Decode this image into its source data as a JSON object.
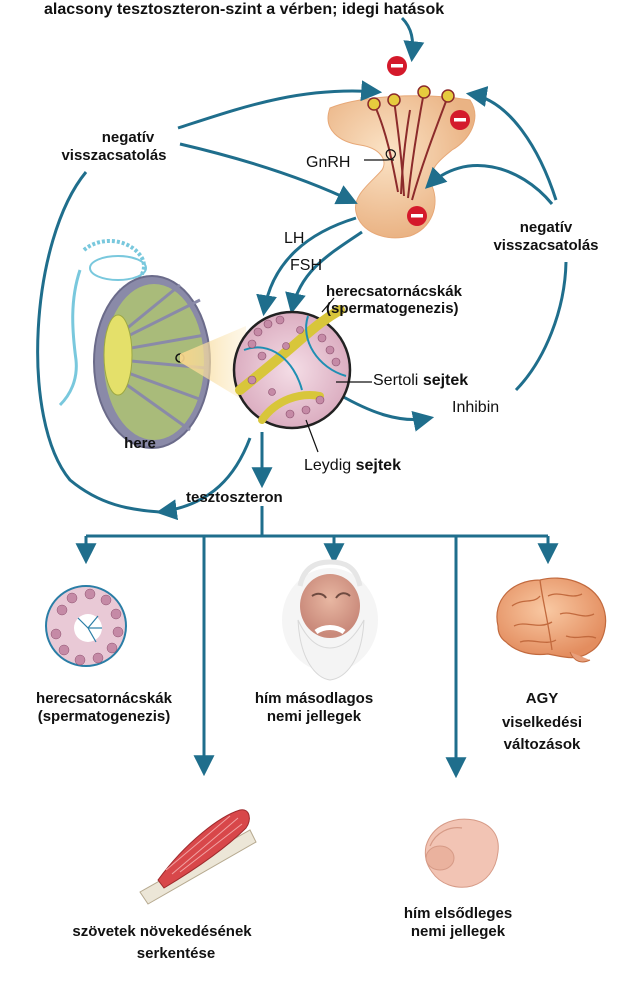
{
  "top_text": "alacsony tesztoszteron-szint a vérben; idegi hatások",
  "hormones": {
    "gnrh": "GnRH",
    "lh": "LH",
    "fsh": "FSH",
    "inhibin": "Inhibin",
    "testosterone": "tesztoszteron"
  },
  "feedback_left": {
    "line1": "negatív",
    "line2": "visszacsatolás"
  },
  "feedback_right": {
    "line1": "negatív",
    "line2": "visszacsatolás"
  },
  "testis": {
    "label": "here",
    "tubules_line1": "herecsatornácskák",
    "tubules_line2": "(spermatogenezis)",
    "sertoli_a": "Sertoli",
    "sertoli_b": "sejtek",
    "leydig_a": "Leydig",
    "leydig_b": "sejtek"
  },
  "targets": {
    "tubules": {
      "line1": "herecsatornácskák",
      "line2": "(spermatogenezis)"
    },
    "secondary": {
      "line1": "hím másodlagos",
      "line2": "nemi jellegek"
    },
    "brain": {
      "line1": "AGY",
      "line2": "viselkedési",
      "line3": "változások"
    },
    "tissue": {
      "line1": "szövetek növekedésének",
      "line2": "serkentése"
    },
    "primary": {
      "line1": "hím elsődleges",
      "line2": "nemi jellegek"
    }
  },
  "inhibit_symbol": "–",
  "colors": {
    "arrow": "#1f6e8c",
    "inhibit": "#d4192b",
    "pituitary": "#f3c79a",
    "tubule_fill": "#e9c9d6",
    "leydig": "#d8c63a",
    "brain": "#f0a77a",
    "muscle": "#d8474a"
  }
}
